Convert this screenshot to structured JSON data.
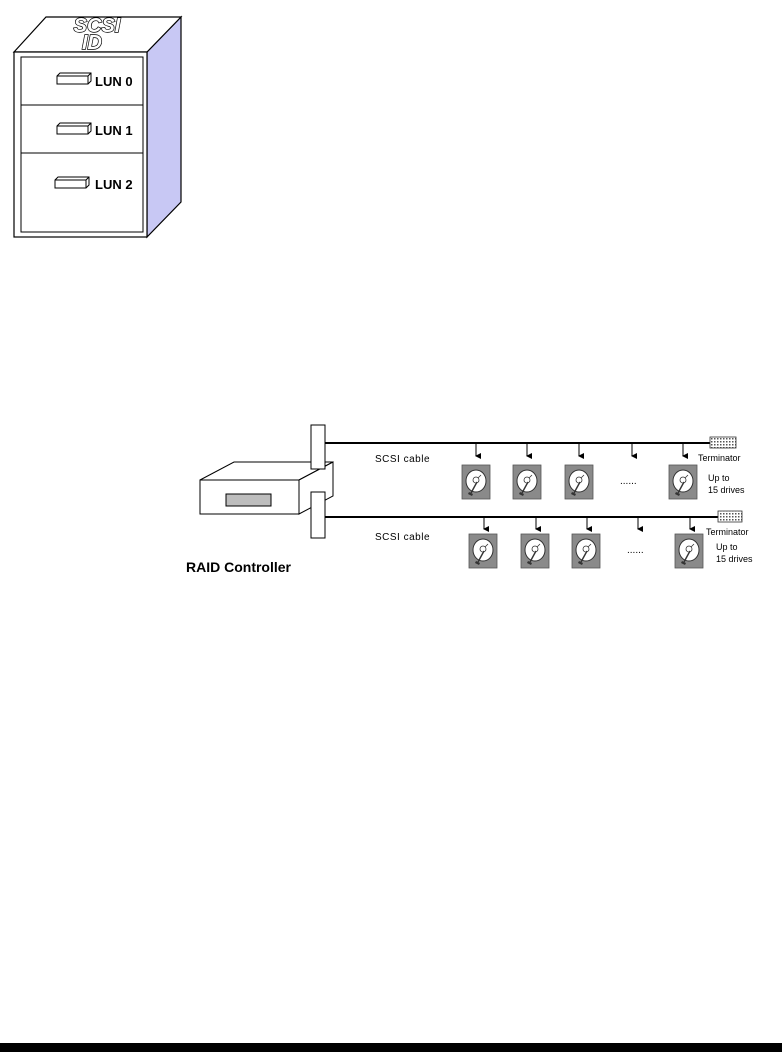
{
  "scsi_id_cabinet": {
    "title_line1": "SCSI",
    "title_line2": "ID",
    "drawers": [
      "LUN 0",
      "LUN 1",
      "LUN 2"
    ],
    "colors": {
      "side": "#c8c8f4",
      "outline": "#000000",
      "face": "#ffffff"
    }
  },
  "raid_diagram": {
    "controller_label": "RAID Controller",
    "channels": [
      {
        "cable_label": "SCSI cable",
        "terminator_label": "Terminator",
        "capacity_line1": "Up to",
        "capacity_line2": "15 drives",
        "ellipsis": "......"
      },
      {
        "cable_label": "SCSI cable",
        "terminator_label": "Terminator",
        "capacity_line1": "Up to",
        "capacity_line2": "15 drives",
        "ellipsis": "......"
      }
    ],
    "colors": {
      "drive_body": "#8a8a8a",
      "controller_slot": "#bdbdbd",
      "cable": "#000000"
    }
  }
}
